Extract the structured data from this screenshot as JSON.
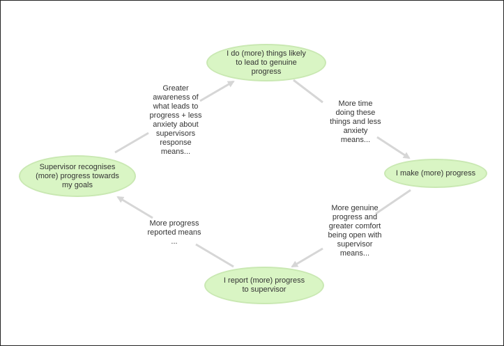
{
  "diagram": {
    "nodes": {
      "do_things": "I do (more) things likely to lead to genuine progress",
      "make_progress": "I make (more) progress",
      "report": "I report (more) progress to supervisor",
      "supervisor": "Supervisor recognises (more) progress towards my goals"
    },
    "edge_labels": {
      "to_make_progress": "More time\ndoing these\nthings and less\nanxiety\nmeans...",
      "to_report": "More genuine\nprogress and\ngreater comfort\nbeing open with\nsupervisor\nmeans...",
      "to_supervisor": "More progress\nreported means\n...",
      "to_do_things": "Greater\nawareness of\nwhat leads to\nprogress + less\nanxiety about\nsupervisors\nresponse\nmeans..."
    },
    "colors": {
      "node_fill": "#d9f5c4",
      "node_border": "#c9e8b2",
      "arrow": "#d6d6d6"
    }
  }
}
